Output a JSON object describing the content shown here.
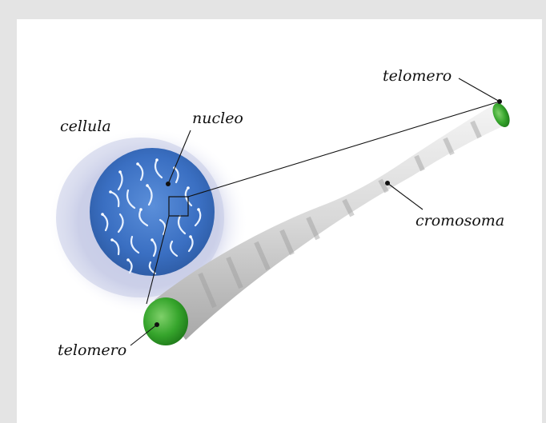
{
  "labels": {
    "cell": "cellula",
    "nucleus": "nucleo",
    "telomere_top": "telomero",
    "telomere_bottom": "telomero",
    "chromosome": "cromosoma"
  },
  "colors": {
    "cell_halo": "#c9cde8",
    "nucleus": "#3f73c6",
    "chromosome": "#d6d6d6",
    "telomere": "#3aa82e",
    "leader_line": "#111111",
    "background": "#e4e4e4"
  }
}
